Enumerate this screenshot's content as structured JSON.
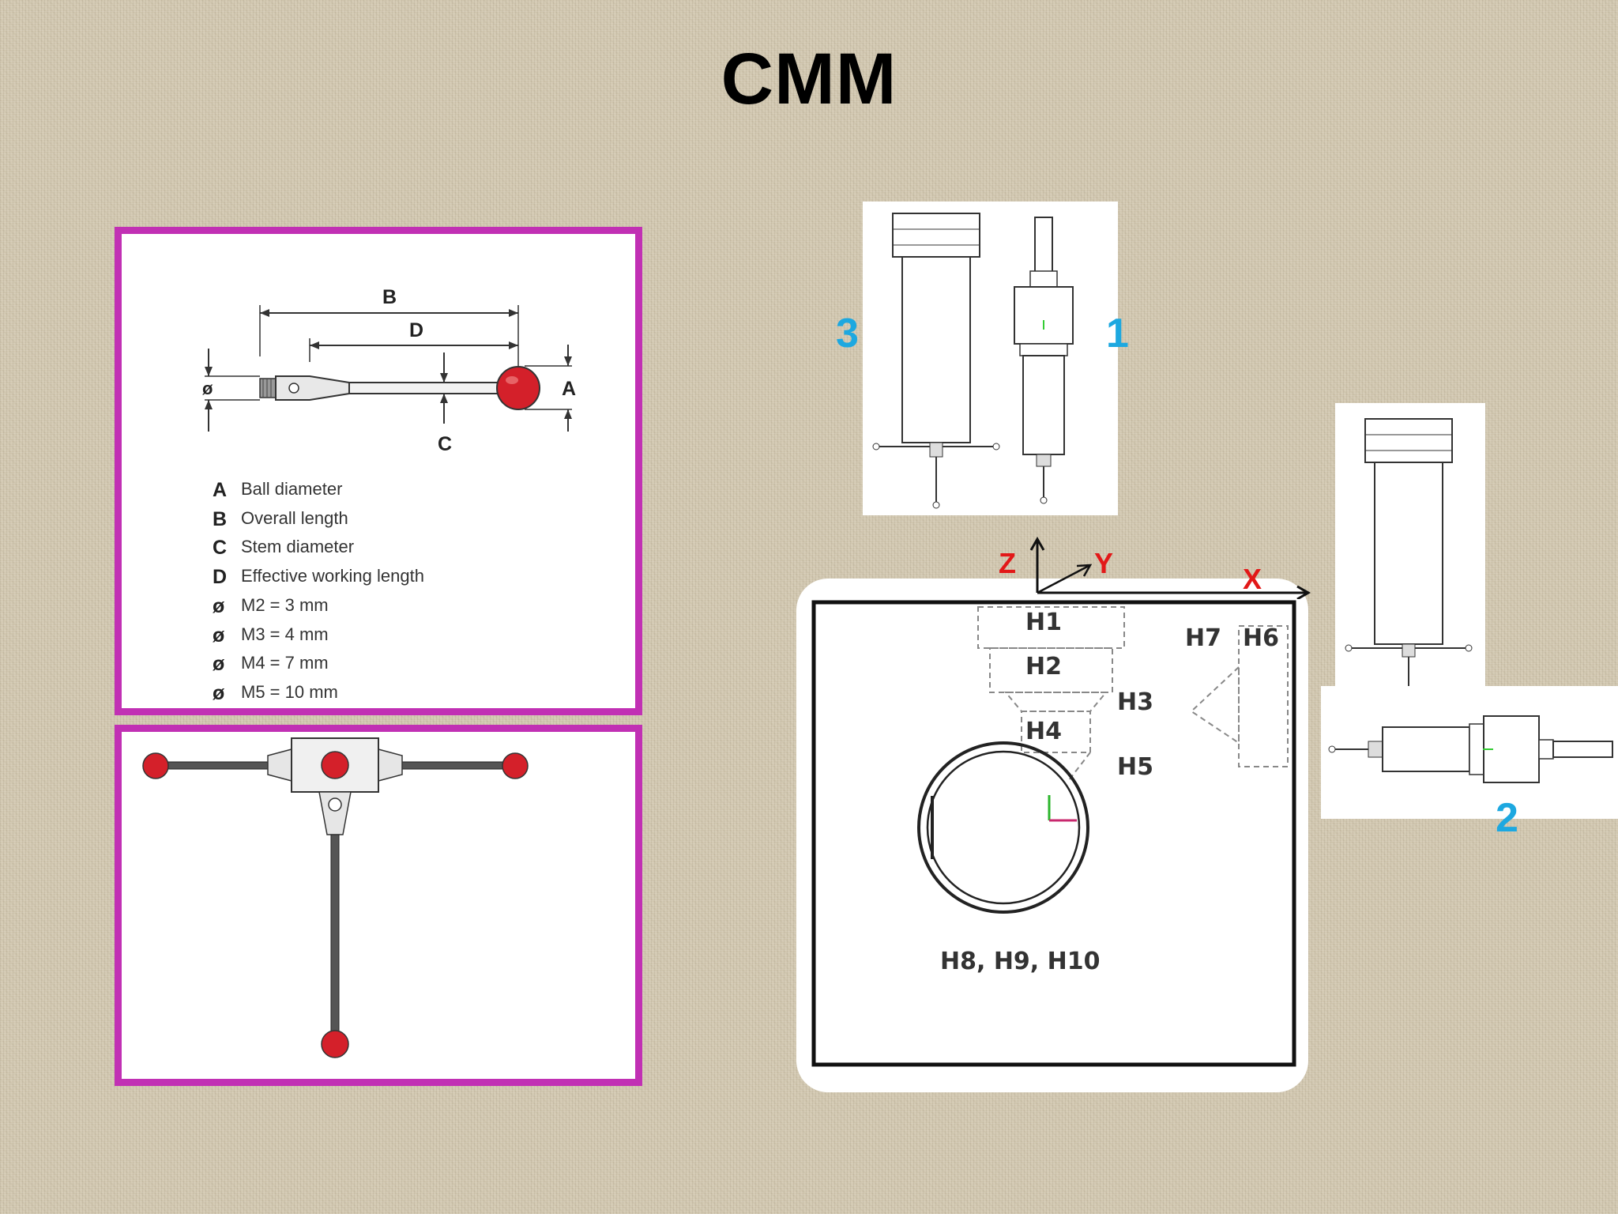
{
  "title": "CMM",
  "stylus_spec": {
    "dimension_labels": {
      "b": "B",
      "d": "D",
      "c": "C",
      "a": "A",
      "dia": "ø"
    },
    "legend": [
      {
        "key": "A",
        "text": "Ball diameter"
      },
      {
        "key": "B",
        "text": "Overall length"
      },
      {
        "key": "C",
        "text": "Stem diameter"
      },
      {
        "key": "D",
        "text": "Effective working length"
      },
      {
        "key": "ø",
        "text": "M2 = 3 mm"
      },
      {
        "key": "ø",
        "text": "M3 = 4 mm"
      },
      {
        "key": "ø",
        "text": "M4 = 7 mm"
      },
      {
        "key": "ø",
        "text": "M5 = 10 mm"
      }
    ]
  },
  "probe_labels": {
    "one": "1",
    "two": "2",
    "three": "3"
  },
  "axes": {
    "z": "Z",
    "y": "Y",
    "x": "X"
  },
  "part_drawing": {
    "labels": {
      "h1": "H1",
      "h2": "H2",
      "h3": "H3",
      "h4": "H4",
      "h5": "H5",
      "h6": "H6",
      "h7": "H7",
      "h8_10": "H8, H9, H10"
    }
  },
  "colors": {
    "panel_border": "#c130b4",
    "ball": "#d4202a",
    "probe_number": "#1da8e0",
    "axis_label": "#e21818"
  }
}
